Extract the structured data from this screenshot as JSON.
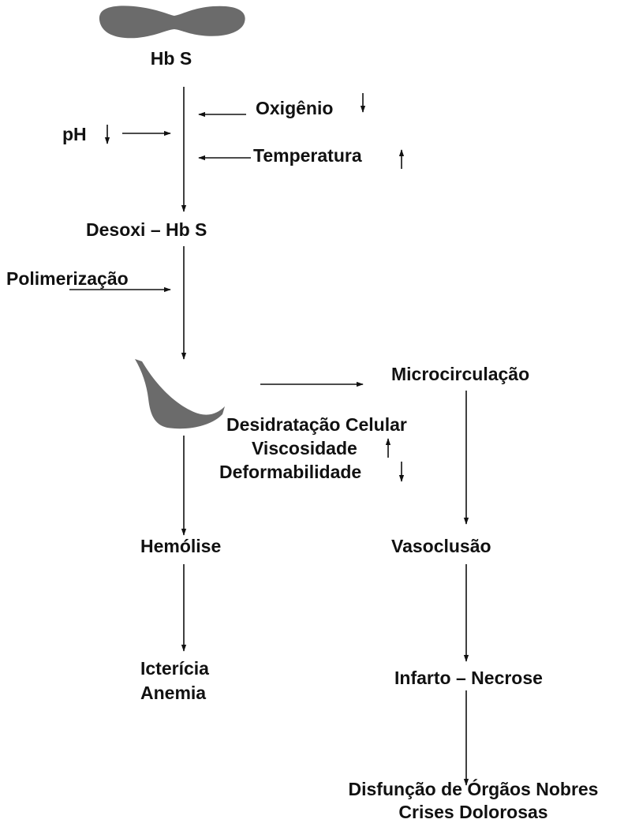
{
  "diagram": {
    "nodes": {
      "hbs": "Hb S",
      "oxigenio": "Oxigênio",
      "ph": "pH",
      "temperatura": "Temperatura",
      "desoxi": "Desoxi – Hb S",
      "polimerizacao": "Polimerização",
      "microcirculacao": "Microcirculação",
      "desidratacao": "Desidratação Celular",
      "viscosidade": "Viscosidade",
      "deformabilidade": "Deformabilidade",
      "hemolise": "Hemólise",
      "vasoclusao": "Vasoclusão",
      "ictericia": "Icterícia",
      "anemia": "Anemia",
      "infarto": "Infarto – Necrose",
      "disfuncao": "Disfunção de Órgãos Nobres",
      "crises": "Crises Dolorosas"
    },
    "indicators": {
      "oxigenio": "down",
      "ph": "down",
      "temperatura": "up",
      "viscosidade": "up",
      "deformabilidade": "down"
    },
    "cell_shapes": {
      "normal": "dumbbell-shaped red cell",
      "sickled": "sickle-shaped red cell"
    },
    "colors": {
      "cell_fill": "#6b6b6b",
      "line": "#111111"
    }
  }
}
